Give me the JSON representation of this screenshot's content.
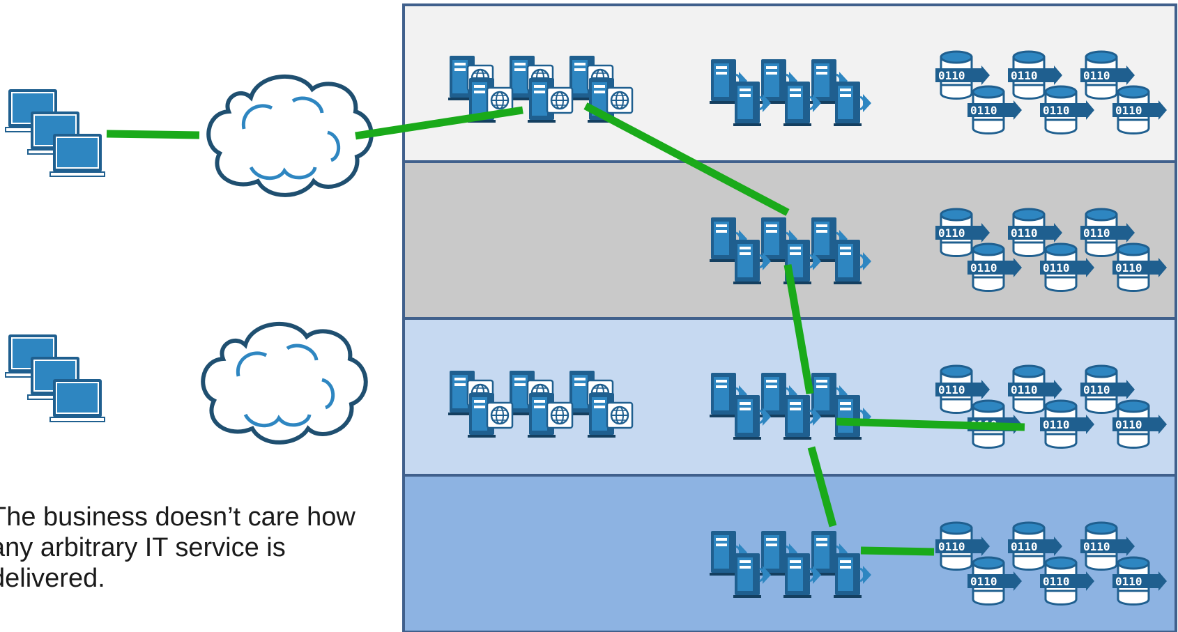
{
  "caption": "The business doesn’t care how any arbitrary IT service is delivered.",
  "colors": {
    "tier_1": "#f2f2f2",
    "tier_2": "#c9c9c9",
    "tier_3": "#c6d9f1",
    "tier_4": "#8db3e2",
    "border": "#40608c",
    "icon_dark": "#1f5f8f",
    "icon_mid": "#2e86c1",
    "path": "#1aaa1a"
  },
  "tiers": [
    {
      "id": "tier-1",
      "icons": [
        "web-server-cluster-icon",
        "app-server-cluster-icon",
        "database-cluster-icon"
      ]
    },
    {
      "id": "tier-2",
      "icons": [
        "app-server-cluster-icon",
        "database-cluster-icon"
      ]
    },
    {
      "id": "tier-3",
      "icons": [
        "web-server-cluster-icon",
        "app-server-cluster-icon",
        "database-cluster-icon"
      ]
    },
    {
      "id": "tier-4",
      "icons": [
        "app-server-cluster-icon",
        "database-cluster-icon"
      ]
    }
  ],
  "clients": [
    "laptop-cluster-icon",
    "laptop-cluster-icon"
  ],
  "clouds": [
    "cloud-icon",
    "cloud-icon"
  ],
  "database_label": "0110"
}
